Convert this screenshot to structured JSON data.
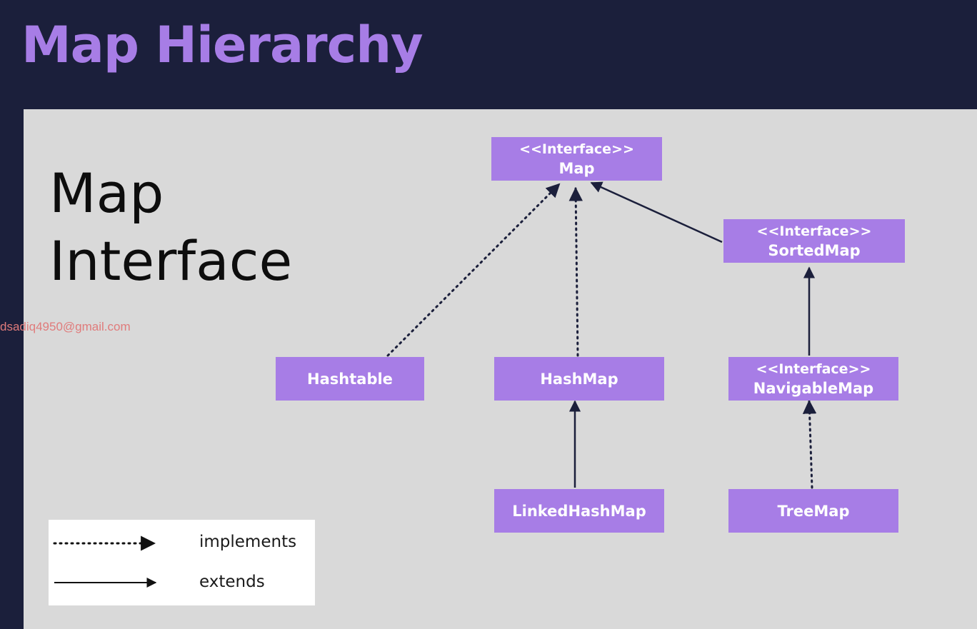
{
  "title": "Map Hierarchy",
  "heading": {
    "line1": "Map",
    "line2": "Interface"
  },
  "watermark": "dsadiq4950@gmail.com",
  "nodes": {
    "map": {
      "stereotype": "<<Interface>>",
      "name": "Map"
    },
    "sortedmap": {
      "stereotype": "<<Interface>>",
      "name": "SortedMap"
    },
    "hashtable": {
      "name": "Hashtable"
    },
    "hashmap": {
      "name": "HashMap"
    },
    "navigablemap": {
      "stereotype": "<<Interface>>",
      "name": "NavigableMap"
    },
    "linkedhashmap": {
      "name": "LinkedHashMap"
    },
    "treemap": {
      "name": "TreeMap"
    }
  },
  "edges": [
    {
      "from": "hashtable",
      "to": "map",
      "relation": "implements"
    },
    {
      "from": "hashmap",
      "to": "map",
      "relation": "implements"
    },
    {
      "from": "sortedmap",
      "to": "map",
      "relation": "extends"
    },
    {
      "from": "navigablemap",
      "to": "sortedmap",
      "relation": "extends"
    },
    {
      "from": "linkedhashmap",
      "to": "hashmap",
      "relation": "extends"
    },
    {
      "from": "treemap",
      "to": "navigablemap",
      "relation": "implements"
    }
  ],
  "legend": {
    "implements_label": "implements",
    "extends_label": "extends"
  },
  "colors": {
    "background": "#1b1f3b",
    "title": "#a77de6",
    "panel": "#d9d9d9",
    "node": "#a77de6",
    "arrow": "#1b1f3b"
  }
}
